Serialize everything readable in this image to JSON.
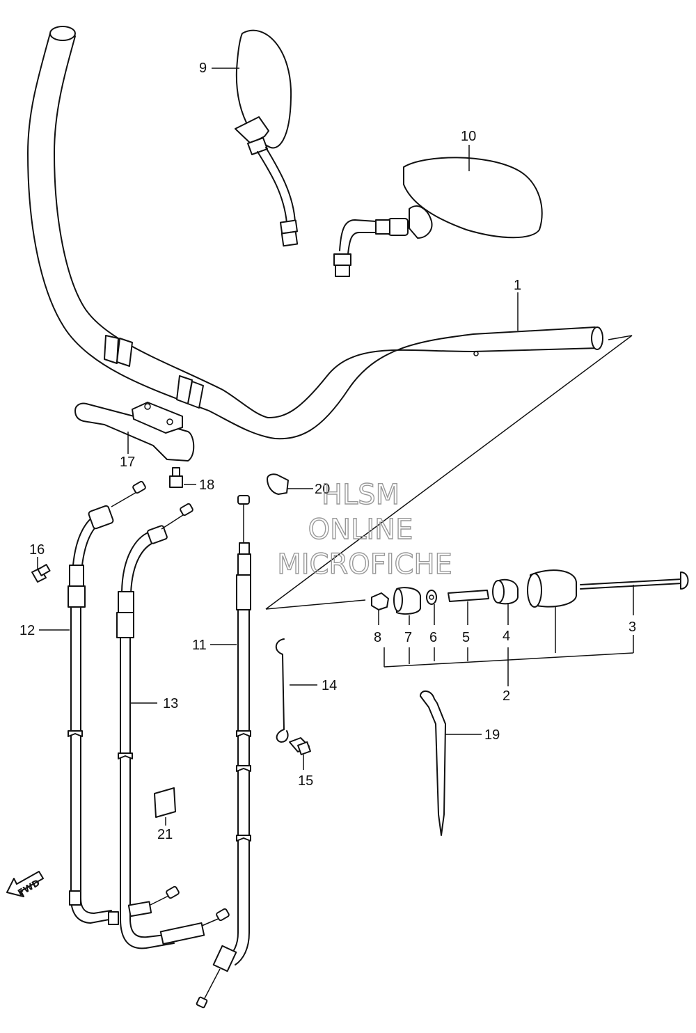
{
  "callouts": {
    "c1": "1",
    "c2": "2",
    "c3": "3",
    "c4": "4",
    "c5": "5",
    "c6": "6",
    "c7": "7",
    "c8": "8",
    "c9": "9",
    "c10": "10",
    "c11": "11",
    "c12": "12",
    "c13": "13",
    "c14": "14",
    "c15": "15",
    "c16": "16",
    "c17": "17",
    "c18": "18",
    "c19": "19",
    "c20": "20",
    "c21": "21"
  },
  "watermark": {
    "line1": "HLSM",
    "line2": "ONLINE",
    "line3": "MICROFICHE"
  },
  "fwd_label": "FWD",
  "colors": {
    "ink": "#111111",
    "watermark": "#999999",
    "background": "#ffffff"
  }
}
